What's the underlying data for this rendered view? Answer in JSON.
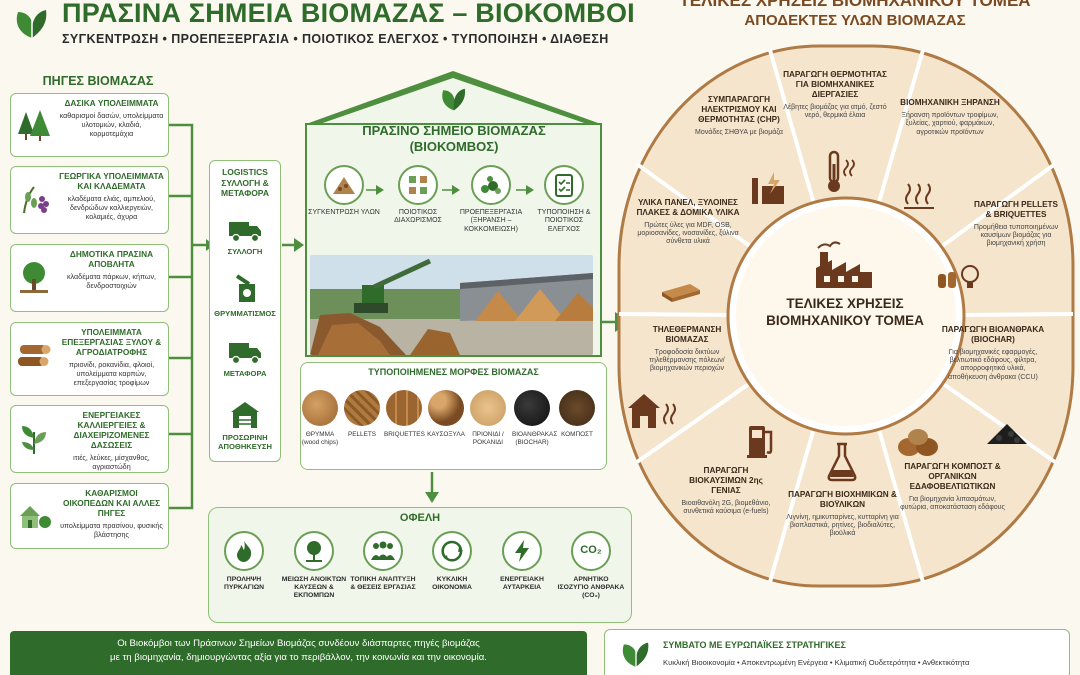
{
  "header": {
    "title": "ΠΡΑΣΙΝΑ ΣΗΜΕΙΑ ΒΙΟΜΑΖΑΣ – ΒΙΟΚΟΜΒΟΙ",
    "subtitle": "ΣΥΓΚΕΝΤΡΩΣΗ • ΠΡΟΕΠΕΞΕΡΓΑΣΙΑ • ΠΟΙΟΤΙΚΟΣ ΕΛΕΓΧΟΣ • ΤΥΠΟΠΟΙΗΣΗ • ΔΙΑΘΕΣΗ",
    "right_title": "ΤΕΛΙΚΕΣ ΧΡΗΣΕΙΣ ΒΙΟΜΗΧΑΝΙΚΟΥ ΤΟΜΕΑ",
    "right_subtitle": "ΑΠΟΔΕΚΤΕΣ ΥΛΩΝ ΒΙΟΜΑΖΑΣ"
  },
  "sources": {
    "heading": "ΠΗΓΕΣ ΒΙΟΜΑΖΑΣ",
    "items": [
      {
        "title": "ΔΑΣΙΚΑ ΥΠΟΛΕΙΜΜΑΤΑ",
        "desc": "καθαρισμοί δασών, υπολείμματα υλοτομιών, κλαδιά, κορμοτεμάχια"
      },
      {
        "title": "ΓΕΩΡΓΙΚΑ ΥΠΟΛΕΙΜΜΑΤΑ ΚΑΙ ΚΛΑΔΕΜΑΤΑ",
        "desc": "κλαδέματα ελιάς, αμπελιού, δενδρώδων καλλιεργειών, κολαμιές, άχυρα"
      },
      {
        "title": "ΔΗΜΟΤΙΚΑ ΠΡΑΣΙΝΑ ΑΠΟΒΛΗΤΑ",
        "desc": "κλαδέματα πάρκων, κήπων, δενδροστοιχιών"
      },
      {
        "title": "ΥΠΟΛΕΙΜΜΑΤΑ ΕΠΕΞΕΡΓΑΣΙΑΣ ΞΥΛΟΥ & ΑΓΡΟΔΙΑΤΡΟΦΗΣ",
        "desc": "πριονίδι, ροκανίδια, φλοιοί, υπολείμματα καρπών, επεξεργασίας τροφίμων"
      },
      {
        "title": "ΕΝΕΡΓΕΙΑΚΕΣ ΚΑΛΛΙΕΡΓΕΙΕΣ & ΔΙΑΧΕΙΡΙΖΟΜΕΝΕΣ ΔΑΣΩΣΕΙΣ",
        "desc": "ιτιές, λεύκες, μίσχανθος, αγριαστώδη"
      },
      {
        "title": "ΚΑΘΑΡΙΣΜΟΙ ΟΙΚΟΠΕΔΩΝ ΚΑΙ ΑΛΛΕΣ ΠΗΓΕΣ",
        "desc": "υπολείμματα πρασίνου, φυσικής βλάστησης"
      }
    ]
  },
  "logistics": {
    "title": "LOGISTICS ΣΥΛΛΟΓΗ & ΜΕΤΑΦΟΡΑ",
    "steps": [
      "ΣΥΛΛΟΓΗ",
      "ΘΡΥΜΜΑΤΙΣΜΟΣ",
      "ΜΕΤΑΦΟΡΑ",
      "ΠΡΟΣΩΡΙΝΗ ΑΠΟΘΗΚΕΥΣΗ"
    ]
  },
  "center": {
    "title_line1": "ΠΡΑΣΙΝΟ ΣΗΜΕΙΟ ΒΙΟΜΑΖΑΣ",
    "title_line2": "(ΒΙΟΚΟΜΒΟΣ)",
    "process": [
      "ΣΥΓΚΕΝΤΡΩΣΗ ΥΛΩΝ",
      "ΠΟΙΟΤΙΚΟΣ ΔΙΑΧΩΡΙΣΜΟΣ",
      "ΠΡΟΕΠΕΞΕΡΓΑΣΙΑ (ΞΗΡΑΝΣΗ – ΚΟΚΚΟΜΕΙΩΣΗ)",
      "ΤΥΠΟΠΟΙΗΣΗ & ΠΟΙΟΤΙΚΟΣ ΕΛΕΓΧΟΣ"
    ]
  },
  "forms": {
    "title": "ΤΥΠΟΠΟΙΗΜΕΝΕΣ ΜΟΡΦΕΣ ΒΙΟΜΑΖΑΣ",
    "items": [
      "ΘΡΥΜΜΑ (wood chips)",
      "PELLETS",
      "BRIQUETTES",
      "ΚΑΥΣΟΞΥΛΑ",
      "ΠΡΙΟΝΙΔΙ / ΡΟΚΑΝΙΔΙ",
      "ΒΙΟΑΝΘΡΑΚΑΣ (BIOCHAR)",
      "ΚΟΜΠΟΣΤ"
    ]
  },
  "benefits": {
    "title": "ΟΦΕΛΗ",
    "items": [
      "ΠΡΟΛΗΨΗ ΠΥΡΚΑΓΙΩΝ",
      "ΜΕΙΩΣΗ ΑΝΟΙΚΤΩΝ ΚΑΥΣΕΩΝ & ΕΚΠΟΜΠΩΝ",
      "ΤΟΠΙΚΗ ΑΝΑΠΤΥΞΗ & ΘΕΣΕΙΣ ΕΡΓΑΣΙΑΣ",
      "ΚΥΚΛΙΚΗ ΟΙΚΟΝΟΜΙΑ",
      "ΕΝΕΡΓΕΙΑΚΗ ΑΥΤΑΡΚΕΙΑ",
      "ΑΡΝΗΤΙΚΟ ΙΣΟΖΥΓΙΟ ΑΝΘΡΑΚΑ (CO₂)"
    ],
    "co2_label": "CO₂"
  },
  "wheel": {
    "hub_line1": "ΤΕΛΙΚΕΣ ΧΡΗΣΕΙΣ",
    "hub_line2": "ΒΙΟΜΗΧΑΝΙΚΟΥ ΤΟΜΕΑ",
    "segments": [
      {
        "title": "ΣΥΜΠΑΡΑΓΩΓΗ ΗΛΕΚΤΡΙΣΜΟΥ ΚΑΙ ΘΕΡΜΟΤΗΤΑΣ (CHP)",
        "desc": "Μονάδες ΣΗΘΥΑ με βιομάζα"
      },
      {
        "title": "ΠΑΡΑΓΩΓΗ ΘΕΡΜΟΤΗΤΑΣ ΓΙΑ ΒΙΟΜΗΧΑΝΙΚΕΣ ΔΙΕΡΓΑΣΙΕΣ",
        "desc": "Λέβητες βιομάζας για ατμό, ζεστό νερό, θερμικά έλαια"
      },
      {
        "title": "ΒΙΟΜΗΧΑΝΙΚΗ ΞΗΡΑΝΣΗ",
        "desc": "Ξήρανση προϊόντων τροφίμων, ξυλείας, χαρτιού, φαρμάκων, αγροτικών προϊόντων"
      },
      {
        "title": "ΠΑΡΑΓΩΓΗ PELLETS & BRIQUETTES",
        "desc": "Προμήθεια τυποποιημένων καυσίμων βιομάζας για βιομηχανική χρήση"
      },
      {
        "title": "ΠΑΡΑΓΩΓΗ ΒΙΟΑΝΘΡΑΚΑ (BIOCHAR)",
        "desc": "Για βιομηχανικές εφαρμογές, βελτιωτικό εδάφους, φίλτρα, απορροφητικά υλικά, αποθήκευση άνθρακα (CCU)"
      },
      {
        "title": "ΠΑΡΑΓΩΓΗ ΚΟΜΠΟΣΤ & ΟΡΓΑΝΙΚΩΝ ΕΔΑΦΟΒΕΛΤΙΩΤΙΚΩΝ",
        "desc": "Για βιομηχανία λιπασμάτων, φυτώρια, αποκατάσταση εδάφους"
      },
      {
        "title": "ΠΑΡΑΓΩΓΗ ΒΙΟΧΗΜΙΚΩΝ & ΒΙΟΫΛΙΚΩΝ",
        "desc": "Λιγνίνη, ημικυτταρίνες, κυτταρίνη για βιοπλαστικά, ρητίνες, βιοδιαλύτες, βιοϋλικά"
      },
      {
        "title": "ΠΑΡΑΓΩΓΗ ΒΙΟΚΑΥΣΙΜΩΝ 2ης ΓΕΝΙΑΣ",
        "desc": "Βιοαιθανόλη 2G, βιομεθάνιο, συνθετικά καύσιμα (e-fuels)"
      },
      {
        "title": "ΤΗΛΕΘΕΡΜΑΝΣΗ ΒΙΟΜΑΖΑΣ",
        "desc": "Τροφοδοσία δικτύων τηλεθέρμανσης πόλεων/βιομηχανικών περιοχών"
      },
      {
        "title": "ΥΛΙΚΑ ΠΑΝΕΛ, ΞΥΛΟΙΝΕΣ ΠΛΑΚΕΣ & ΔΟΜΙΚΑ ΥΛΙΚΑ",
        "desc": "Πρώτες ύλες για MDF, OSB, μοριοσανίδες, ινοσανίδες, ξύλινα σύνθετα υλικά"
      }
    ]
  },
  "footer": {
    "left_line1": "Οι Βιοκόμβοι των Πράσινων Σημείων Βιομάζας συνδέουν διάσπαρτες πηγές βιομάζας",
    "left_line2": "με τη βιομηχανία, δημιουργώντας αξία για το περιβάλλον, την κοινωνία και την οικονομία.",
    "right_title": "ΣΥΜΒΑΤΟ ΜΕ ΕΥΡΩΠΑΪΚΕΣ ΣΤΡΑΤΗΓΙΚΕΣ",
    "right_desc": "Κυκλική Βιοοικονομία  •  Αποκεντρωμένη Ενέργεια  •  Κλιματική Ουδετερότητα  •  Ανθεκτικότητα"
  },
  "colors": {
    "primary_green": "#2f6b2a",
    "light_green": "#8fbf78",
    "wheel_tan": "#f4e5cc",
    "wheel_border": "#b07a45",
    "brown_text": "#7a4a22"
  }
}
